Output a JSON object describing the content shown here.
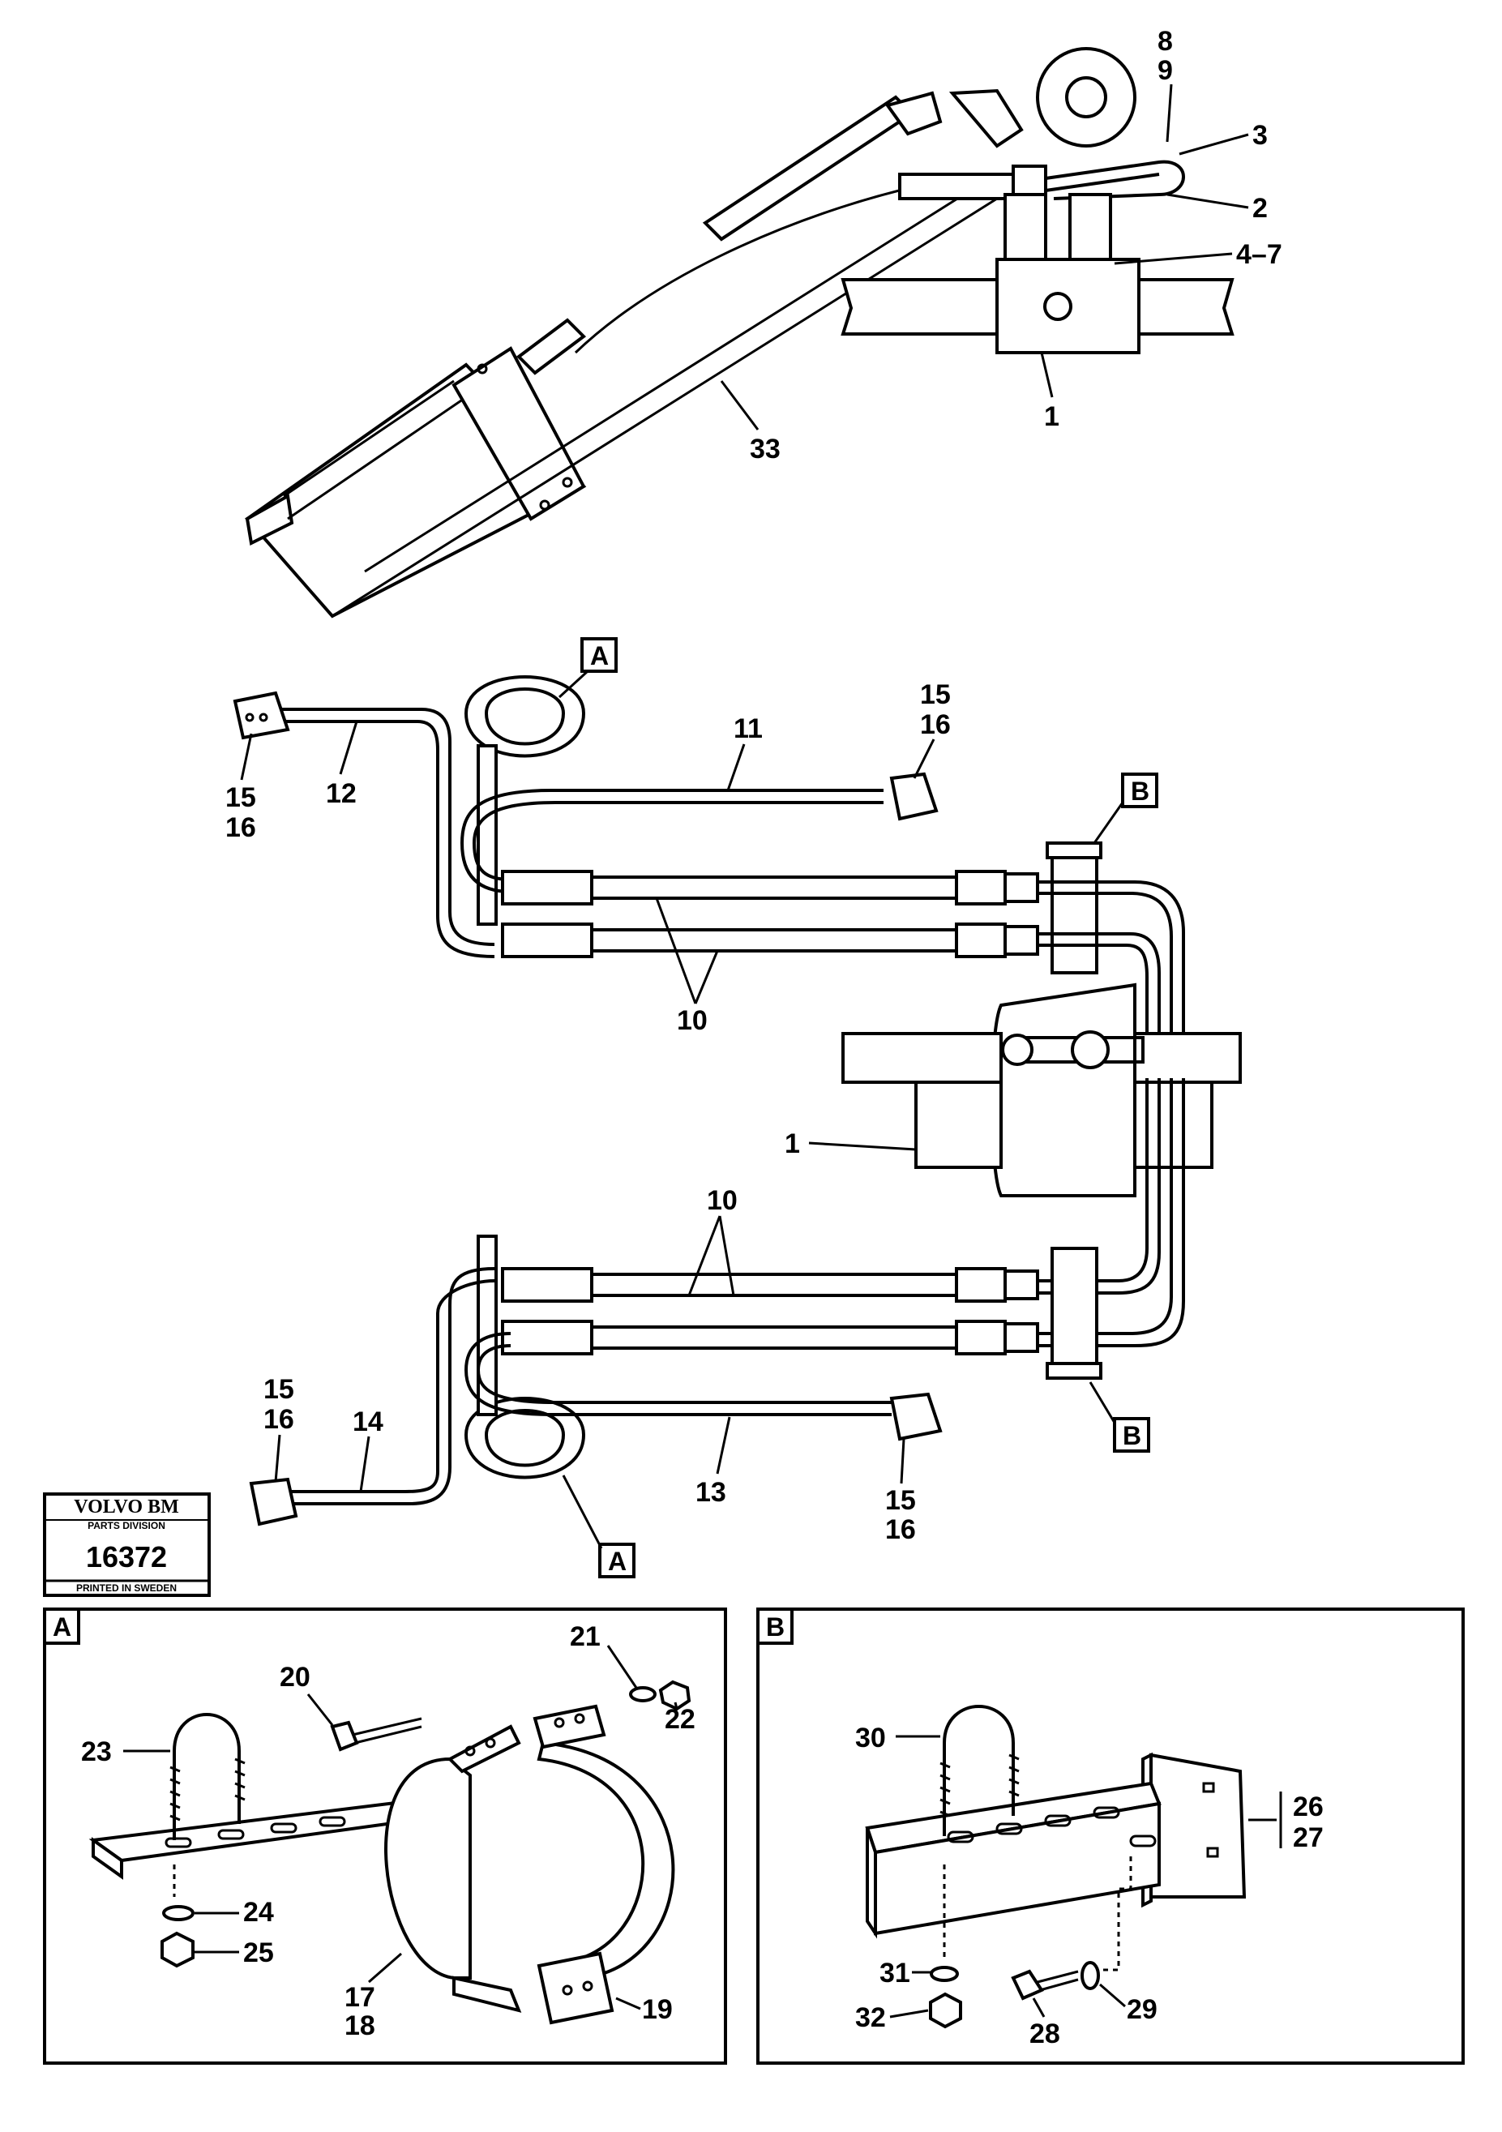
{
  "stamp": {
    "brand": "VOLVO BM",
    "division": "PARTS DIVISION",
    "number": "16372",
    "printed": "PRINTED IN SWEDEN"
  },
  "section_tags": {
    "a": "A",
    "b": "B"
  },
  "callouts": {
    "p1_top": "1",
    "p2": "2",
    "p3": "3",
    "p4_7": "4–7",
    "p8": "8",
    "p9": "9",
    "p33": "33",
    "p15_a": "15",
    "p16_a": "16",
    "p12": "12",
    "p11": "11",
    "p15_b": "15",
    "p16_b": "16",
    "p10_top": "10",
    "p1_mid": "1",
    "p10_bot": "10",
    "p15_c": "15",
    "p16_c": "16",
    "p14": "14",
    "p13": "13",
    "p15_d": "15",
    "p16_d": "16",
    "p20": "20",
    "p21": "21",
    "p22": "22",
    "p23": "23",
    "p24": "24",
    "p25": "25",
    "p17": "17",
    "p18": "18",
    "p19": "19",
    "p30": "30",
    "p26": "26",
    "p27": "27",
    "p31": "31",
    "p32": "32",
    "p28": "28",
    "p29": "29"
  }
}
